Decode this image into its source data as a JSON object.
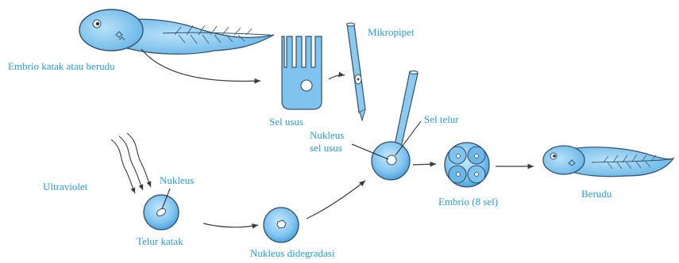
{
  "labels": {
    "tadpole_source": "Embrio katak atau berudu",
    "intestine_cell": "Sel usus",
    "micropipette": "Mikropipet",
    "egg_cell": "Sel telur",
    "intestine_nucleus_line1": "Nukleus",
    "intestine_nucleus_line2": "sel usus",
    "ultraviolet": "Ultraviolet",
    "nucleus": "Nukleus",
    "frog_egg": "Telur katak",
    "degraded_nucleus": "Nukleus didegradasi",
    "embryo_8_cell": "Embrio (8 sel)",
    "tadpole_result": "Berudu"
  },
  "colors": {
    "label_text": "#2a9bd6",
    "body_fill": "#8ccbf0",
    "body_shade": "#4fa8de",
    "outline": "#33506a",
    "arrow": "#3b3b3b"
  },
  "icons": {
    "tadpole": "tadpole-icon",
    "intestine_cell": "intestine-cell-icon",
    "micropipette": "micropipette-icon",
    "egg": "egg-cell-icon",
    "uv_rays": "uv-rays-icon",
    "embryo": "embryo-icon"
  }
}
